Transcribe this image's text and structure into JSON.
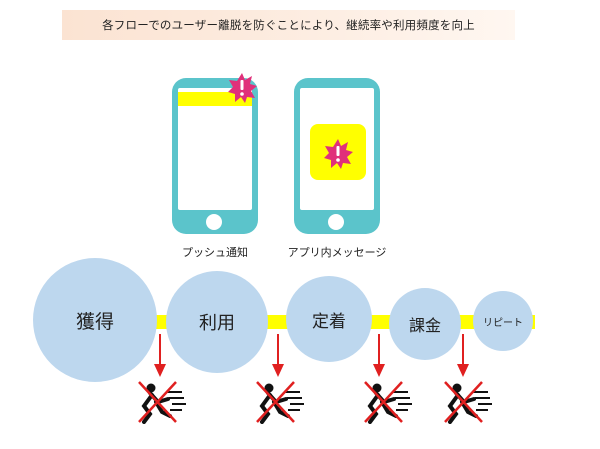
{
  "banner": {
    "text": "各フローでのユーザー離脱を防ぐことにより、継続率や利用頻度を向上"
  },
  "phones": [
    {
      "label": "プッシュ通知",
      "type": "push"
    },
    {
      "label": "アプリ内メッセージ",
      "type": "in-app"
    }
  ],
  "stages": [
    {
      "label": "獲得"
    },
    {
      "label": "利用"
    },
    {
      "label": "定着"
    },
    {
      "label": "課金"
    },
    {
      "label": "リピート"
    }
  ],
  "colors": {
    "phone": "#5bc4cb",
    "highlight": "#ffff00",
    "alert": "#e0307a",
    "stage": "#bdd7ee",
    "arrow": "#e02020",
    "banner": "#fbe3d2"
  },
  "icons": {
    "alert": "exclamation-burst-icon",
    "churn": "crossed-running-person-icon",
    "arrow": "down-arrow-icon"
  }
}
